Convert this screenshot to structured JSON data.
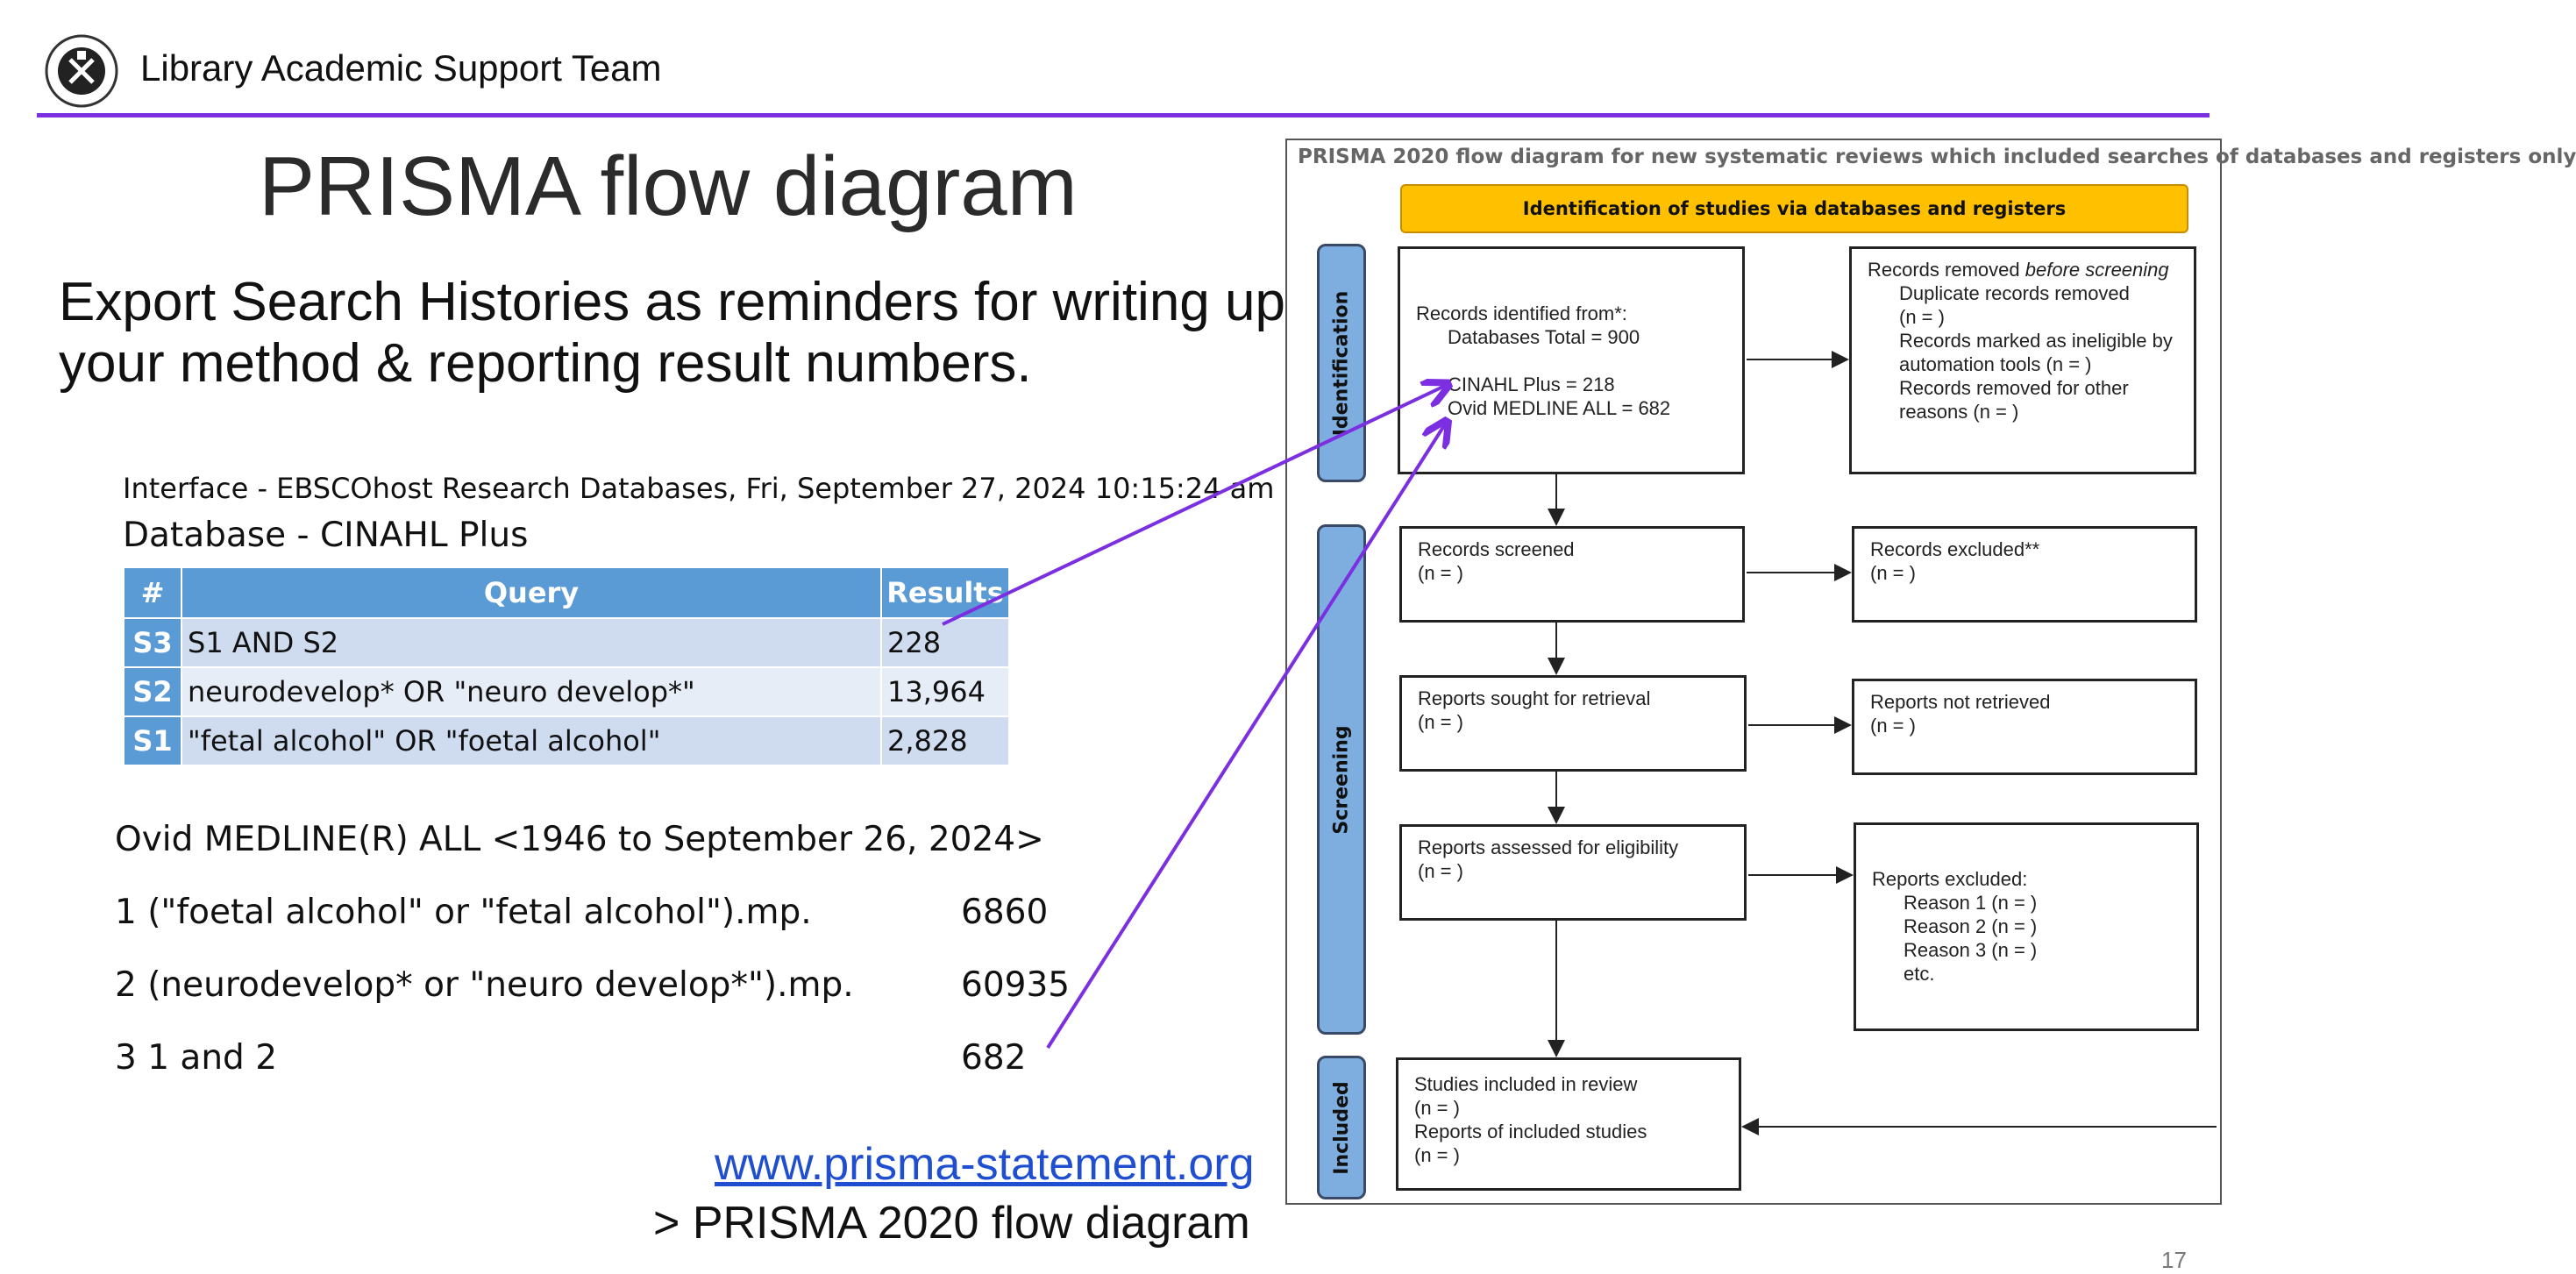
{
  "header": {
    "team": "Library Academic Support Team"
  },
  "slide": {
    "title": "PRISMA flow diagram",
    "subtitle": "Export Search Histories as reminders for writing up your method & reporting result numbers.",
    "page_number": "17"
  },
  "ebsco": {
    "interface": "Interface - EBSCOhost Research Databases, Fri, September 27, 2024 10:15:24 am",
    "database": "Database - CINAHL Plus",
    "headers": [
      "#",
      "Query",
      "Results"
    ],
    "rows": [
      {
        "id": "S3",
        "query": "S1 AND S2",
        "results": "228"
      },
      {
        "id": "S2",
        "query": "neurodevelop* OR \"neuro develop*\"",
        "results": "13,964"
      },
      {
        "id": "S1",
        "query": "\"fetal alcohol\" OR \"foetal alcohol\"",
        "results": "2,828"
      }
    ]
  },
  "ovid": {
    "heading": "Ovid MEDLINE(R) ALL <1946 to September 26, 2024>",
    "rows": [
      {
        "query": "1 (\"foetal alcohol\" or \"fetal alcohol\").mp.",
        "count": "6860"
      },
      {
        "query": "2 (neurodevelop* or \"neuro develop*\").mp.",
        "count": "60935"
      },
      {
        "query": "3 1 and 2",
        "count": "682"
      }
    ]
  },
  "link": {
    "url_text": "www.prisma-statement.org",
    "caption": "> PRISMA 2020 flow diagram"
  },
  "prisma": {
    "title": "PRISMA 2020 flow diagram for new systematic reviews which included searches of databases and registers only",
    "banner": "Identification of studies via databases and registers",
    "stages": [
      "Identification",
      "Screening",
      "Included"
    ],
    "identified": {
      "line1": "Records identified from*:",
      "line2": "Databases Total = 900",
      "line3": "CINAHL Plus = 218",
      "line4": "Ovid MEDLINE ALL = 682"
    },
    "removed": {
      "line1": "Records removed ",
      "line1_em": "before screening",
      "line2": "Duplicate records removed",
      "line3": "(n = )",
      "line4": "Records marked as ineligible by automation tools (n = )",
      "line5": "Records removed for other reasons (n = )"
    },
    "screened": {
      "label": "Records screened",
      "n": "(n = )"
    },
    "excluded": {
      "label": "Records excluded**",
      "n": "(n = )"
    },
    "sought": {
      "label": "Reports sought for retrieval",
      "n": "(n = )"
    },
    "not_retrieved": {
      "label": "Reports not retrieved",
      "n": "(n = )"
    },
    "assessed": {
      "label": "Reports assessed for eligibility",
      "n": "(n = )"
    },
    "reports_excluded": {
      "label": "Reports excluded:",
      "r1": "Reason 1 (n = )",
      "r2": "Reason 2 (n = )",
      "r3": "Reason 3 (n = )",
      "etc": "etc."
    },
    "included": {
      "l1": "Studies included in review",
      "l2": "(n = )",
      "l3": "Reports of included studies",
      "l4": "(n = )"
    }
  },
  "colors": {
    "accent": "#7b2fe0",
    "table_header": "#5b9bd5",
    "banner": "#ffc000",
    "stage": "#7eaee0"
  }
}
